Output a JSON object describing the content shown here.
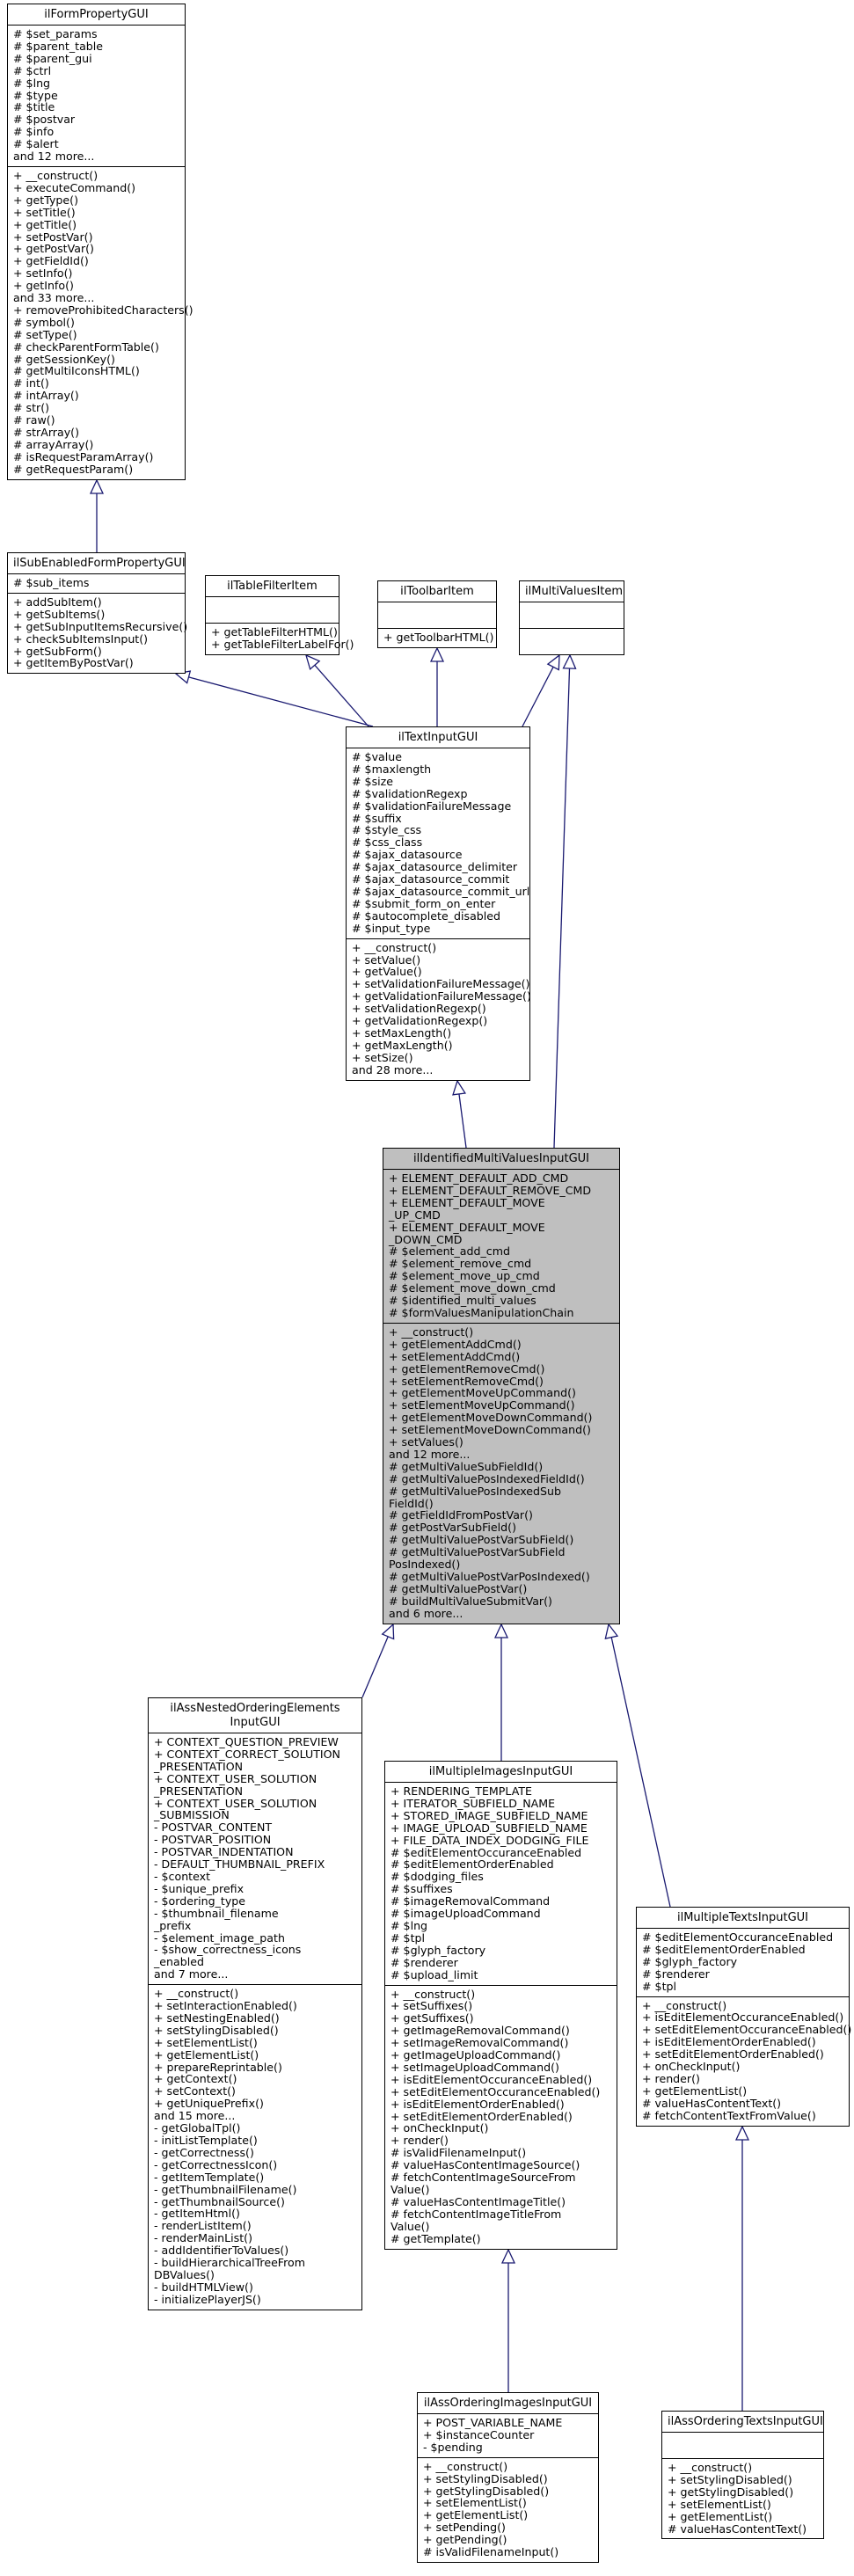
{
  "classes": [
    {
      "id": "ilFormPropertyGUI",
      "name": "ilFormPropertyGUI",
      "attributes": [
        "# $set_params",
        "# $parent_table",
        "# $parent_gui",
        "# $ctrl",
        "# $lng",
        "# $type",
        "# $title",
        "# $postvar",
        "# $info",
        "# $alert",
        "and 12 more..."
      ],
      "methods": [
        "+ __construct()",
        "+ executeCommand()",
        "+ getType()",
        "+ setTitle()",
        "+ getTitle()",
        "+ setPostVar()",
        "+ getPostVar()",
        "+ getFieldId()",
        "+ setInfo()",
        "+ getInfo()",
        "and 33 more...",
        "+ removeProhibitedCharacters()",
        "# symbol()",
        "# setType()",
        "# checkParentFormTable()",
        "# getSessionKey()",
        "# getMultiIconsHTML()",
        "# int()",
        "# intArray()",
        "# str()",
        "# raw()",
        "# strArray()",
        "# arrayArray()",
        "# isRequestParamArray()",
        "# getRequestParam()"
      ]
    },
    {
      "id": "ilSubEnabledFormPropertyGUI",
      "name": "ilSubEnabledFormPropertyGUI",
      "attributes": [
        "# $sub_items"
      ],
      "methods": [
        "+ addSubItem()",
        "+ getSubItems()",
        "+ getSubInputItemsRecursive()",
        "+ checkSubItemsInput()",
        "+ getSubForm()",
        "+ getItemByPostVar()"
      ]
    },
    {
      "id": "ilTableFilterItem",
      "name": "ilTableFilterItem",
      "attributes": [],
      "methods": [
        "+ getTableFilterHTML()",
        "+ getTableFilterLabelFor()"
      ]
    },
    {
      "id": "ilToolbarItem",
      "name": "ilToolbarItem",
      "attributes": [],
      "methods": [
        "+ getToolbarHTML()"
      ]
    },
    {
      "id": "ilMultiValuesItem",
      "name": "ilMultiValuesItem",
      "attributes": [],
      "methods": []
    },
    {
      "id": "ilTextInputGUI",
      "name": "ilTextInputGUI",
      "attributes": [
        "# $value",
        "# $maxlength",
        "# $size",
        "# $validationRegexp",
        "# $validationFailureMessage",
        "# $suffix",
        "# $style_css",
        "# $css_class",
        "# $ajax_datasource",
        "# $ajax_datasource_delimiter",
        "# $ajax_datasource_commit",
        "# $ajax_datasource_commit_url",
        "# $submit_form_on_enter",
        "# $autocomplete_disabled",
        "# $input_type"
      ],
      "methods": [
        "+ __construct()",
        "+ setValue()",
        "+ getValue()",
        "+ setValidationFailureMessage()",
        "+ getValidationFailureMessage()",
        "+ setValidationRegexp()",
        "+ getValidationRegexp()",
        "+ setMaxLength()",
        "+ getMaxLength()",
        "+ setSize()",
        "and 28 more..."
      ]
    },
    {
      "id": "ilIdentifiedMultiValuesInputGUI",
      "name": "ilIdentifiedMultiValuesInputGUI",
      "attributes": [
        "+ ELEMENT_DEFAULT_ADD_CMD",
        "+ ELEMENT_DEFAULT_REMOVE_CMD",
        "+ ELEMENT_DEFAULT_MOVE\n_UP_CMD",
        "+ ELEMENT_DEFAULT_MOVE\n_DOWN_CMD",
        "# $element_add_cmd",
        "# $element_remove_cmd",
        "# $element_move_up_cmd",
        "# $element_move_down_cmd",
        "# $identified_multi_values",
        "# $formValuesManipulationChain"
      ],
      "methods": [
        "+ __construct()",
        "+ getElementAddCmd()",
        "+ setElementAddCmd()",
        "+ getElementRemoveCmd()",
        "+ setElementRemoveCmd()",
        "+ getElementMoveUpCommand()",
        "+ setElementMoveUpCommand()",
        "+ getElementMoveDownCommand()",
        "+ setElementMoveDownCommand()",
        "+ setValues()",
        "and 12 more...",
        "# getMultiValueSubFieldId()",
        "# getMultiValuePosIndexedFieldId()",
        "# getMultiValuePosIndexedSub\nFieldId()",
        "# getFieldIdFromPostVar()",
        "# getPostVarSubField()",
        "# getMultiValuePostVarSubField()",
        "# getMultiValuePostVarSubField\nPosIndexed()",
        "# getMultiValuePostVarPosIndexed()",
        "# getMultiValuePostVar()",
        "# buildMultiValueSubmitVar()",
        "and 6 more..."
      ]
    },
    {
      "id": "ilAssNestedOrderingElementsInputGUI",
      "name": "ilAssNestedOrderingElements\nInputGUI",
      "attributes": [
        "+ CONTEXT_QUESTION_PREVIEW",
        "+ CONTEXT_CORRECT_SOLUTION\n_PRESENTATION",
        "+ CONTEXT_USER_SOLUTION\n_PRESENTATION",
        "+ CONTEXT_USER_SOLUTION\n_SUBMISSION",
        "- POSTVAR_CONTENT",
        "- POSTVAR_POSITION",
        "- POSTVAR_INDENTATION",
        "- DEFAULT_THUMBNAIL_PREFIX",
        "- $context",
        "- $unique_prefix",
        "- $ordering_type",
        "- $thumbnail_filename\n_prefix",
        "- $element_image_path",
        "- $show_correctness_icons\n_enabled",
        "and 7 more..."
      ],
      "methods": [
        "+ __construct()",
        "+ setInteractionEnabled()",
        "+ setNestingEnabled()",
        "+ setStylingDisabled()",
        "+ setElementList()",
        "+ getElementList()",
        "+ prepareReprintable()",
        "+ getContext()",
        "+ setContext()",
        "+ getUniquePrefix()",
        "and 15 more...",
        "- getGlobalTpl()",
        "- initListTemplate()",
        "- getCorrectness()",
        "- getCorrectnessIcon()",
        "- getItemTemplate()",
        "- getThumbnailFilename()",
        "- getThumbnailSource()",
        "- getItemHtml()",
        "- renderListItem()",
        "- renderMainList()",
        "- addIdentifierToValues()",
        "- buildHierarchicalTreeFrom\nDBValues()",
        "- buildHTMLView()",
        "- initializePlayerJS()"
      ]
    },
    {
      "id": "ilMultipleImagesInputGUI",
      "name": "ilMultipleImagesInputGUI",
      "attributes": [
        "+ RENDERING_TEMPLATE",
        "+ ITERATOR_SUBFIELD_NAME",
        "+ STORED_IMAGE_SUBFIELD_NAME",
        "+ IMAGE_UPLOAD_SUBFIELD_NAME",
        "+ FILE_DATA_INDEX_DODGING_FILE",
        "# $editElementOccuranceEnabled",
        "# $editElementOrderEnabled",
        "# $dodging_files",
        "# $suffixes",
        "# $imageRemovalCommand",
        "# $imageUploadCommand",
        "# $lng",
        "# $tpl",
        "# $glyph_factory",
        "# $renderer",
        "# $upload_limit"
      ],
      "methods": [
        "+ __construct()",
        "+ setSuffixes()",
        "+ getSuffixes()",
        "+ getImageRemovalCommand()",
        "+ setImageRemovalCommand()",
        "+ getImageUploadCommand()",
        "+ setImageUploadCommand()",
        "+ isEditElementOccuranceEnabled()",
        "+ setEditElementOccuranceEnabled()",
        "+ isEditElementOrderEnabled()",
        "+ setEditElementOrderEnabled()",
        "+ onCheckInput()",
        "+ render()",
        "# isValidFilenameInput()",
        "# valueHasContentImageSource()",
        "# fetchContentImageSourceFrom\nValue()",
        "# valueHasContentImageTitle()",
        "# fetchContentImageTitleFrom\nValue()",
        "# getTemplate()"
      ]
    },
    {
      "id": "ilMultipleTextsInputGUI",
      "name": "ilMultipleTextsInputGUI",
      "attributes": [
        "# $editElementOccuranceEnabled",
        "# $editElementOrderEnabled",
        "# $glyph_factory",
        "# $renderer",
        "# $tpl"
      ],
      "methods": [
        "+ __construct()",
        "+ isEditElementOccuranceEnabled()",
        "+ setEditElementOccuranceEnabled()",
        "+ isEditElementOrderEnabled()",
        "+ setEditElementOrderEnabled()",
        "+ onCheckInput()",
        "+ render()",
        "+ getElementList()",
        "# valueHasContentText()",
        "# fetchContentTextFromValue()"
      ]
    },
    {
      "id": "ilAssOrderingImagesInputGUI",
      "name": "ilAssOrderingImagesInputGUI",
      "attributes": [
        "+ POST_VARIABLE_NAME",
        "+ $instanceCounter",
        "- $pending"
      ],
      "methods": [
        "+ __construct()",
        "+ setStylingDisabled()",
        "+ getStylingDisabled()",
        "+ setElementList()",
        "+ getElementList()",
        "+ setPending()",
        "+ getPending()",
        "# isValidFilenameInput()"
      ]
    },
    {
      "id": "ilAssOrderingTextsInputGUI",
      "name": "ilAssOrderingTextsInputGUI",
      "attributes": [],
      "methods": [
        "+ __construct()",
        "+ setStylingDisabled()",
        "+ getStylingDisabled()",
        "+ setElementList()",
        "+ getElementList()",
        "# valueHasContentText()"
      ]
    }
  ],
  "relations": [
    {
      "from": "ilSubEnabledFormPropertyGUI",
      "to": "ilFormPropertyGUI",
      "type": "inheritance"
    },
    {
      "from": "ilTextInputGUI",
      "to": "ilSubEnabledFormPropertyGUI",
      "type": "inheritance"
    },
    {
      "from": "ilTextInputGUI",
      "to": "ilTableFilterItem",
      "type": "inheritance"
    },
    {
      "from": "ilTextInputGUI",
      "to": "ilToolbarItem",
      "type": "inheritance"
    },
    {
      "from": "ilTextInputGUI",
      "to": "ilMultiValuesItem",
      "type": "inheritance"
    },
    {
      "from": "ilIdentifiedMultiValuesInputGUI",
      "to": "ilTextInputGUI",
      "type": "inheritance"
    },
    {
      "from": "ilIdentifiedMultiValuesInputGUI",
      "to": "ilMultiValuesItem",
      "type": "inheritance"
    },
    {
      "from": "ilAssNestedOrderingElementsInputGUI",
      "to": "ilIdentifiedMultiValuesInputGUI",
      "type": "inheritance"
    },
    {
      "from": "ilMultipleImagesInputGUI",
      "to": "ilIdentifiedMultiValuesInputGUI",
      "type": "inheritance"
    },
    {
      "from": "ilMultipleTextsInputGUI",
      "to": "ilIdentifiedMultiValuesInputGUI",
      "type": "inheritance"
    },
    {
      "from": "ilAssOrderingImagesInputGUI",
      "to": "ilMultipleImagesInputGUI",
      "type": "inheritance"
    },
    {
      "from": "ilAssOrderingTextsInputGUI",
      "to": "ilMultipleTextsInputGUI",
      "type": "inheritance"
    }
  ],
  "colors": {
    "highlight_fill": "#bfbfbf",
    "edge": "#191970",
    "border": "#000000",
    "background": "#ffffff"
  }
}
